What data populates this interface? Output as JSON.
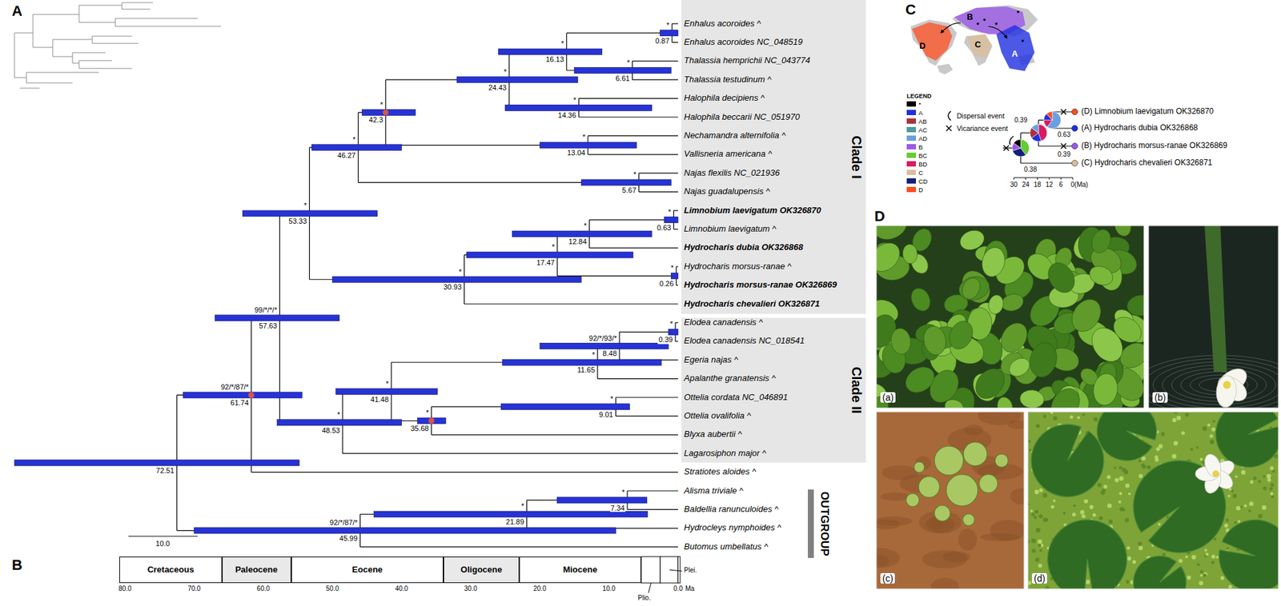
{
  "diagram": {
    "nodes": [
      {
        "text": [
          "Clade I"
        ]
      },
      {
        "text": [
          "Clade II"
        ]
      },
      {
        "text": [
          "OUTGROUP"
        ]
      },
      {
        "text": [
          "Cretaceous"
        ]
      },
      {
        "text": [
          "Paleocene"
        ]
      },
      {
        "text": [
          "Eocene"
        ]
      },
      {
        "text": [
          "Oligocene"
        ]
      },
      {
        "text": [
          "Miocene"
        ]
      }
    ],
    "labels": [
      "A",
      "B",
      "C",
      "D",
      "Enhalus acoroides ^",
      "Enhalus acoroides NC_048519",
      "Thalassia hemprichii NC_043774",
      "Thalassia testudinum ^",
      "Halophila decipiens ^",
      "Halophila beccarii NC_051970",
      "Nechamandra alternifolia ^",
      "Vallisneria americana ^",
      "Najas flexilis NC_021936",
      "Najas guadalupensis ^",
      "Limnobium laevigatum OK326870",
      "Limnobium laevigatum ^",
      "Hydrocharis dubia OK326868",
      "Hydrocharis morsus-ranae ^",
      "Hydrocharis morsus-ranae OK326869",
      "Hydrocharis chevalieri OK326871",
      "Elodea canadensis ^",
      "Elodea canadensis NC_018541",
      "Egeria najas ^",
      "Apalanthe granatensis ^",
      "Ottelia cordata NC_046891",
      "Ottelia ovalifolia ^",
      "Blyxa aubertii ^",
      "Lagarosiphon major ^",
      "Stratiotes aloides ^",
      "Alisma triviale ^",
      "Baldellia ranunculoides ^",
      "Hydrocleys nymphoides ^",
      "Butomus umbellatus ^",
      "72.51",
      "61.74",
      "57.63",
      "53.33",
      "46.27",
      "42.3",
      "24.43",
      "16.13",
      "0.87",
      "6.61",
      "14.36",
      "13.04",
      "5.67",
      "30.93",
      "17.47",
      "12.84",
      "0.63",
      "0.26",
      "48.53",
      "41.48",
      "11.65",
      "8.48",
      "0.39",
      "35.68",
      "9.01",
      "45.99",
      "21.89",
      "7.34",
      "92/*/87/*",
      "99/*/*/*",
      "*",
      "*",
      "*",
      "*",
      "*",
      "*",
      "*",
      "*",
      "*",
      "*",
      "*",
      "*",
      "*",
      "*",
      "*",
      "*",
      "*",
      "*",
      "92/*/93/*",
      "*",
      "*",
      "*",
      "92/*/87/*",
      "*",
      "*",
      "10.0",
      "80.0",
      "70.0",
      "60.0",
      "50.0",
      "40.0",
      "30.0",
      "20.0",
      "10.0",
      "0.0",
      "Ma",
      "Plio.",
      "Plei.",
      "LEGEND",
      "(D) Limnobium laevigatum OK326870",
      "(A) Hydrocharis dubia OK326868",
      "(B) Hydrocharis morsus-ranae OK326869",
      "(C) Hydrocharis chevalieri OK326871",
      "0.39",
      "0.63",
      "0.39",
      "0.38",
      "30",
      "24",
      "18",
      "12",
      "6",
      "0(Ma)",
      "D",
      "B",
      "C",
      "A",
      "(a)",
      "(b)",
      "(c)",
      "(d)"
    ],
    "legend": [
      {
        "text": "*",
        "color": "#000000"
      },
      {
        "text": "A",
        "color": "#1f2fe0"
      },
      {
        "text": "AB",
        "color": "#a8323e"
      },
      {
        "text": "AC",
        "color": "#4f9a9a"
      },
      {
        "text": "AD",
        "color": "#6aa0e0"
      },
      {
        "text": "B",
        "color": "#9b59e6"
      },
      {
        "text": "BC",
        "color": "#66cc33"
      },
      {
        "text": "BD",
        "color": "#d81b60"
      },
      {
        "text": "C",
        "color": "#d9bf9e"
      },
      {
        "text": "CD",
        "color": "#13207a"
      },
      {
        "text": "D",
        "color": "#ff4d1f"
      },
      {
        "text": "Dispersal event"
      },
      {
        "text": "Vicariance event"
      }
    ]
  }
}
